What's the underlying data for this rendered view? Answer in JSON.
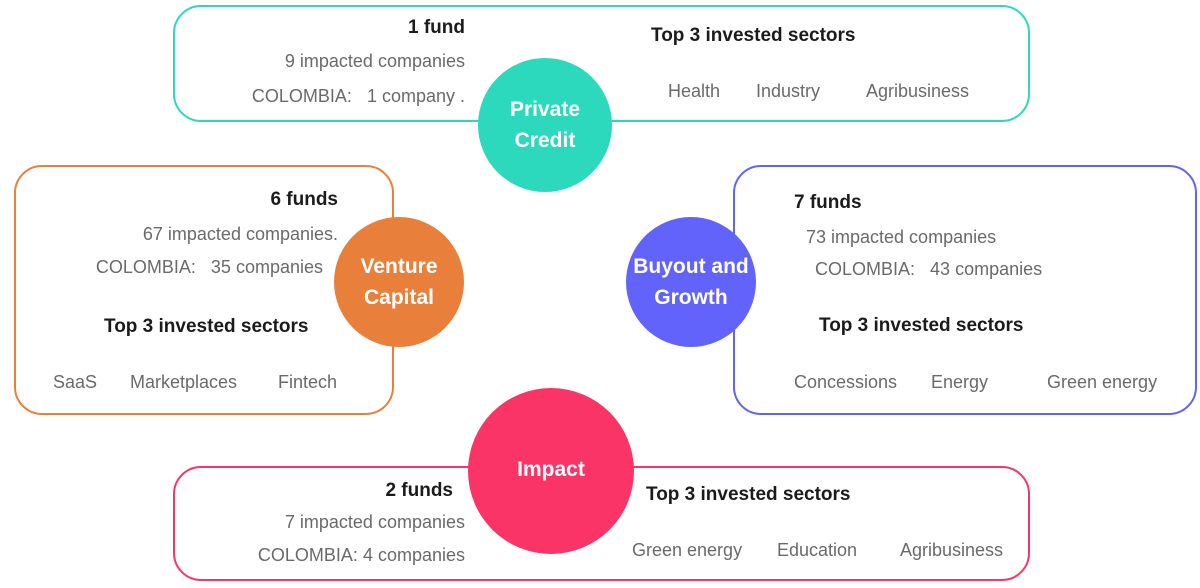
{
  "colors": {
    "private_credit": "#2dd9bd",
    "venture_capital": "#e8803c",
    "buyout_growth": "#6163fb",
    "impact": "#fb3468"
  },
  "private_credit": {
    "name": "Private Credit",
    "funds": "1 fund",
    "companies": "9 impacted companies",
    "colombia_label": "COLOMBIA:",
    "colombia_value": "1 company  .",
    "sectors_title": "Top 3 invested sectors",
    "sectors": [
      "Health",
      "Industry",
      "Agribusiness"
    ]
  },
  "venture_capital": {
    "name_line1": "Venture",
    "name_line2": "Capital",
    "funds": "6 funds",
    "companies": "67 impacted companies.",
    "colombia_label": "COLOMBIA:",
    "colombia_value": "35 companies",
    "sectors_title": "Top 3 invested sectors",
    "sectors": [
      "SaaS",
      "Marketplaces",
      "Fintech"
    ]
  },
  "buyout_growth": {
    "name_line1": "Buyout and",
    "name_line2": "Growth",
    "funds": "7 funds",
    "companies": "73 impacted companies",
    "colombia_label": "COLOMBIA:",
    "colombia_value": "43 companies",
    "sectors_title": "Top 3 invested sectors",
    "sectors": [
      "Concessions",
      "Energy",
      "Green energy"
    ]
  },
  "impact": {
    "name": "Impact",
    "funds": "2 funds",
    "companies": "7 impacted companies",
    "colombia_label": "COLOMBIA:",
    "colombia_value": "4 companies",
    "sectors_title": "Top 3 invested sectors",
    "sectors": [
      "Green energy",
      "Education",
      "Agribusiness"
    ]
  }
}
